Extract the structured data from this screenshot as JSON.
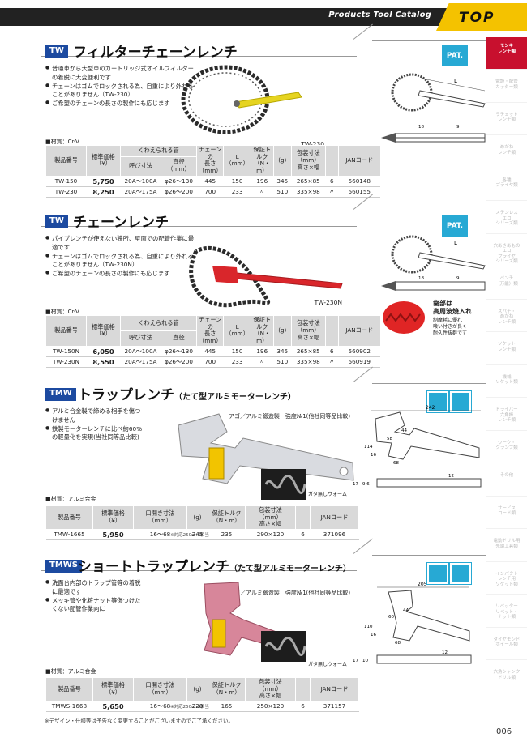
{
  "header": {
    "catalog": "Products Tool Catalog",
    "logo": "TOP"
  },
  "sidebar": [
    {
      "label": "モンキ\nレンチ類",
      "active": true
    },
    {
      "label": "電設・配管\nカッター類"
    },
    {
      "label": "ラチェット\nレンチ類"
    },
    {
      "label": "めがね\nレンチ類"
    },
    {
      "label": "各種\nプライヤ類"
    },
    {
      "label": "ステンレス\nエコ\nシリーズ類"
    },
    {
      "label": "穴あきあもの\nエコ\nプライヤ\nシリーズ類"
    },
    {
      "label": "ペンチ\n（万能）類"
    },
    {
      "label": "スパナ・\nめがね\nレンチ類"
    },
    {
      "label": "ソケット\nレンチ類"
    },
    {
      "label": "機械\nソケット類"
    },
    {
      "label": "ドライバー\n六角棒\nレンチ類"
    },
    {
      "label": "ワーク・\nクランプ類"
    },
    {
      "label": "その他"
    },
    {
      "label": "サービス\nコード類"
    },
    {
      "label": "電動ドリル用\n先端工具類"
    },
    {
      "label": "インパクト\nレンチ用\nソケット類"
    },
    {
      "label": "リベッター\nリベット・\nナット類"
    },
    {
      "label": "ダイヤモンド\nホイール類"
    },
    {
      "label": "六角シャンク\nドリル類"
    }
  ],
  "sections": [
    {
      "code": "TW",
      "title": "フィルターチェーンレンチ",
      "title_small": "",
      "badge": "PAT.",
      "features": [
        "普通車から大型車のカートリッジ式オイルフィルターの着脱に大変便利です",
        "チェーンはゴムでロックされる為、自重により外れることがありません（TW-230）",
        "ご希望のチェーンの長さの製作にも応じます"
      ],
      "caption": "TW-230",
      "material": "■材質：Cr-V",
      "headers": [
        "製品番号",
        "標準価格\n（¥）",
        "くわえられる管",
        "チェーンの\n長さ\n（mm）",
        "L\n（mm）",
        "保証トルク\n（N・m）",
        "(g)",
        "包装寸法（mm）\n高さ×幅",
        "",
        "JANコード"
      ],
      "subheaders": [
        "呼び寸法",
        "直径（mm）"
      ],
      "rows": [
        [
          "TW-150",
          "5,750",
          "20A〜100A",
          "φ26〜130",
          "445",
          "150",
          "196",
          "345",
          "265×85",
          "6",
          "560148"
        ],
        [
          "TW-230",
          "8,250",
          "20A〜175A",
          "φ26〜200",
          "700",
          "233",
          "〃",
          "510",
          "335×98",
          "〃",
          "560155"
        ]
      ]
    },
    {
      "code": "TW",
      "title": "チェーンレンチ",
      "title_small": "",
      "badge": "PAT.",
      "features": [
        "パイプレンチが使えない狭所、壁面での配管作業に最適です",
        "チェーンはゴムでロックされる為、自重により外れることがありません（TW-230N）",
        "ご希望のチェーンの長さの製作にも応じます"
      ],
      "caption": "TW-230N",
      "callout": [
        "歯部は",
        "高周波焼入れ",
        "制摩耗に優れ",
        "喰い付きが良く",
        "耐久性抜群です"
      ],
      "material": "■材質：Cr-V",
      "headers": [
        "製品番号",
        "標準価格\n（¥）",
        "くわえられる管",
        "チェーンの\n長さ\n（mm）",
        "L\n（mm）",
        "保証トルク\n（N・m）",
        "(g)",
        "包装寸法（mm）\n高さ×幅",
        "",
        "JANコード"
      ],
      "subheaders": [
        "呼び寸法",
        "直径"
      ],
      "rows": [
        [
          "TW-150N",
          "6,050",
          "20A〜100A",
          "φ26〜130",
          "445",
          "150",
          "196",
          "345",
          "265×85",
          "6",
          "560902"
        ],
        [
          "TW-230N",
          "8,550",
          "20A〜175A",
          "φ26〜200",
          "700",
          "233",
          "〃",
          "510",
          "335×98",
          "〃",
          "560919"
        ]
      ]
    },
    {
      "code": "TMW",
      "title": "トラップレンチ",
      "title_small": "（たて型アルミモーターレンチ）",
      "features": [
        "アルミ合金製で締める相手を傷つけません",
        "鉄製モーターレンチに比べ約60%の軽量化を実現(当社同等品比較)"
      ],
      "callout_top": "アゴ／アルミ鍛造製　強度№1(他社同等品比較)",
      "caption": "ガタ無しウォーム",
      "material": "■材質：アルミ合金",
      "headers": [
        "製品番号",
        "標準価格\n（¥）",
        "口開き寸法\n（mm）",
        "(g)",
        "保証トルク\n（N・m）",
        "包装寸法（mm）\n高さ×幅",
        "",
        "JANコード"
      ],
      "rows": [
        [
          "TMW-1665",
          "5,950",
          "16〜68",
          "245",
          "235",
          "290×120",
          "6",
          "371096"
        ]
      ],
      "note": "※対応250mm相当"
    },
    {
      "code": "TMWS",
      "title": "ショートトラップレンチ",
      "title_small": "（たて型アルミモーターレンチ）",
      "features": [
        "洗面台内部のトラップ管等の着脱に最適です",
        "メッキ管や化粧ナット等傷つけたくない配管作業向に"
      ],
      "callout_top": "アゴ／アルミ鍛造製　強度№1(他社同等品比較)",
      "caption": "ガタ無しウォーム",
      "material": "■材質：アルミ合金",
      "headers": [
        "製品番号",
        "標準価格\n（¥）",
        "口開き寸法\n（mm）",
        "(g)",
        "保証トルク\n（N・m）",
        "包装寸法（mm）\n高さ×幅",
        "",
        "JANコード"
      ],
      "rows": [
        [
          "TMWS-1668",
          "5,650",
          "16〜68",
          "220",
          "165",
          "250×120",
          "6",
          "371157"
        ]
      ],
      "note": "※対応250mm相当"
    }
  ],
  "diagram_labels": {
    "s1": [
      "L",
      "18",
      "9"
    ],
    "s2": [
      "L",
      "18",
      "9"
    ],
    "s3": [
      "242",
      "44",
      "58",
      "114",
      "16",
      "68",
      "17",
      "9.6",
      "12"
    ],
    "s4": [
      "205",
      "44",
      "60",
      "110",
      "16",
      "68",
      "17",
      "10",
      "12"
    ]
  },
  "footer": "※デザイン・仕様等は予告なく変更することがございますのでご了承ください。",
  "page_number": "006",
  "colors": {
    "brand_yellow": "#f4c200",
    "code_blue": "#1c4aa0",
    "badge_cyan": "#27a9d4",
    "active_red": "#c8102e"
  }
}
